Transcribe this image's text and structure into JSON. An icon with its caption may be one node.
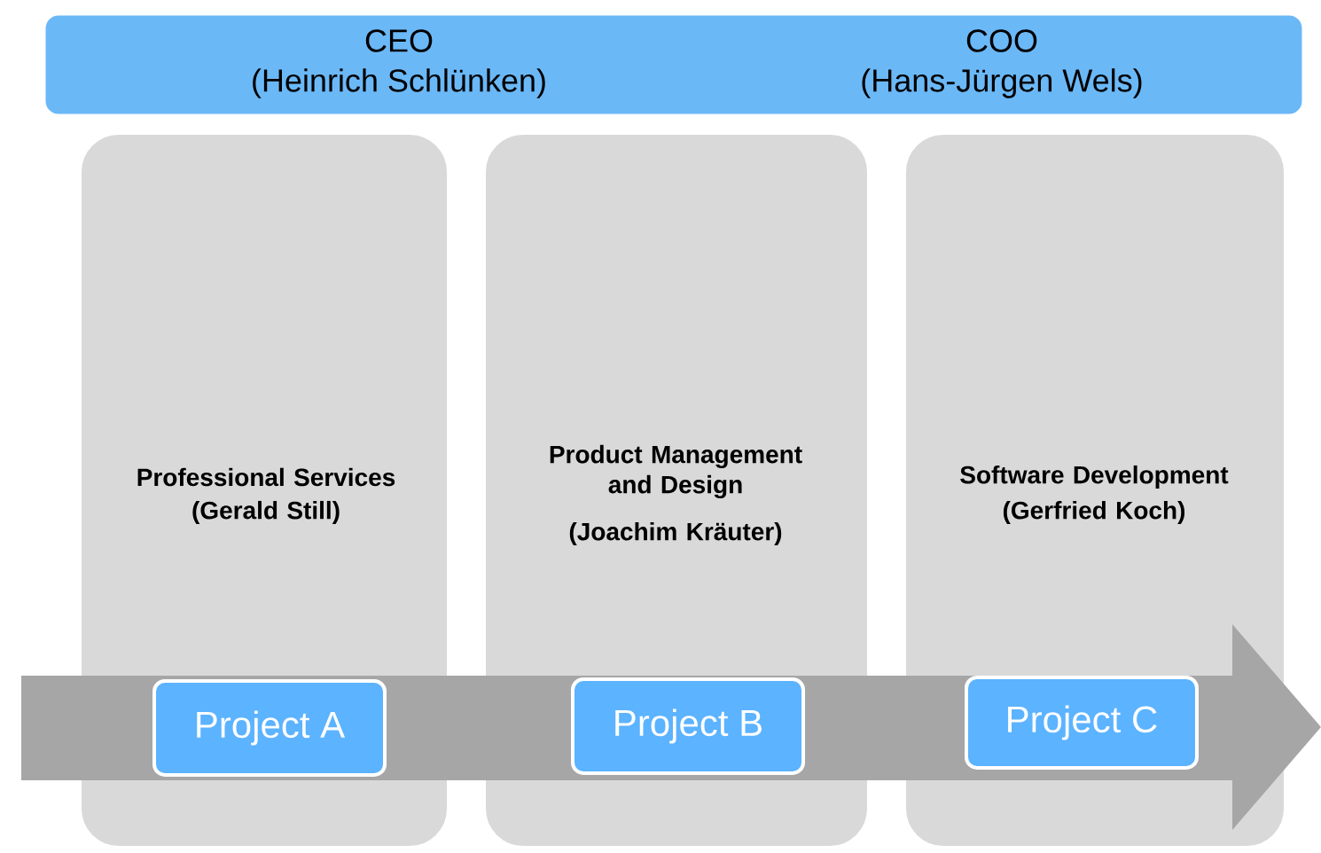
{
  "diagram": {
    "nodes": [
      {
        "text": [
          "CEO",
          "(Heinrich Schlünken)",
          "COO",
          "(Hans-Jürgen Wels)"
        ]
      },
      {
        "text": [
          "Professional Services",
          "(Gerald Still)"
        ]
      },
      {
        "text": [
          "Product Management and Design",
          "(Joachim Kräuter)"
        ]
      },
      {
        "text": [
          "Software Development",
          "(Gerfried Koch)"
        ]
      },
      {
        "text": [
          "Project A"
        ],
        "in": 1
      },
      {
        "text": [
          "Project B"
        ],
        "in": 2
      },
      {
        "text": [
          "Project C"
        ],
        "in": 3
      }
    ]
  }
}
